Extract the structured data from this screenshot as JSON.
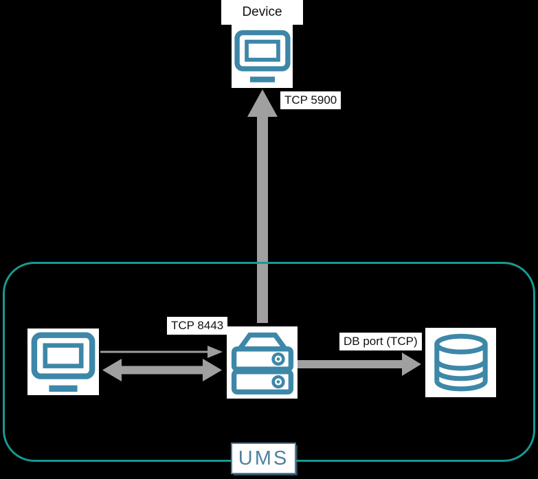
{
  "title": "UMS network ports diagram",
  "colors": {
    "background": "#000000",
    "icon_teal": "#3d87a8",
    "container_border": "#179a94",
    "arrow_gray": "#a0a0a0",
    "arrow_gray_thin": "#9d9d9d",
    "label_bg": "#ffffff",
    "label_text": "#111111",
    "ums_text": "#4e82a2",
    "ums_border": "#4b7fa0"
  },
  "nodes": {
    "device": {
      "label": "Device",
      "icon": "monitor-icon"
    },
    "console": {
      "icon": "monitor-icon"
    },
    "ums_server": {
      "icon": "server-icon"
    },
    "database": {
      "icon": "database-icon"
    }
  },
  "container": {
    "label": "UMS"
  },
  "edges": {
    "server_to_device": {
      "label": "TCP 5900",
      "direction": "up",
      "style": "thick"
    },
    "console_to_server_thin": {
      "label": "",
      "direction": "right",
      "style": "thin"
    },
    "console_to_server_thick": {
      "label": "TCP 8443",
      "direction": "both",
      "style": "thick"
    },
    "server_to_database": {
      "label": "DB port (TCP)",
      "direction": "right",
      "style": "thick"
    }
  }
}
